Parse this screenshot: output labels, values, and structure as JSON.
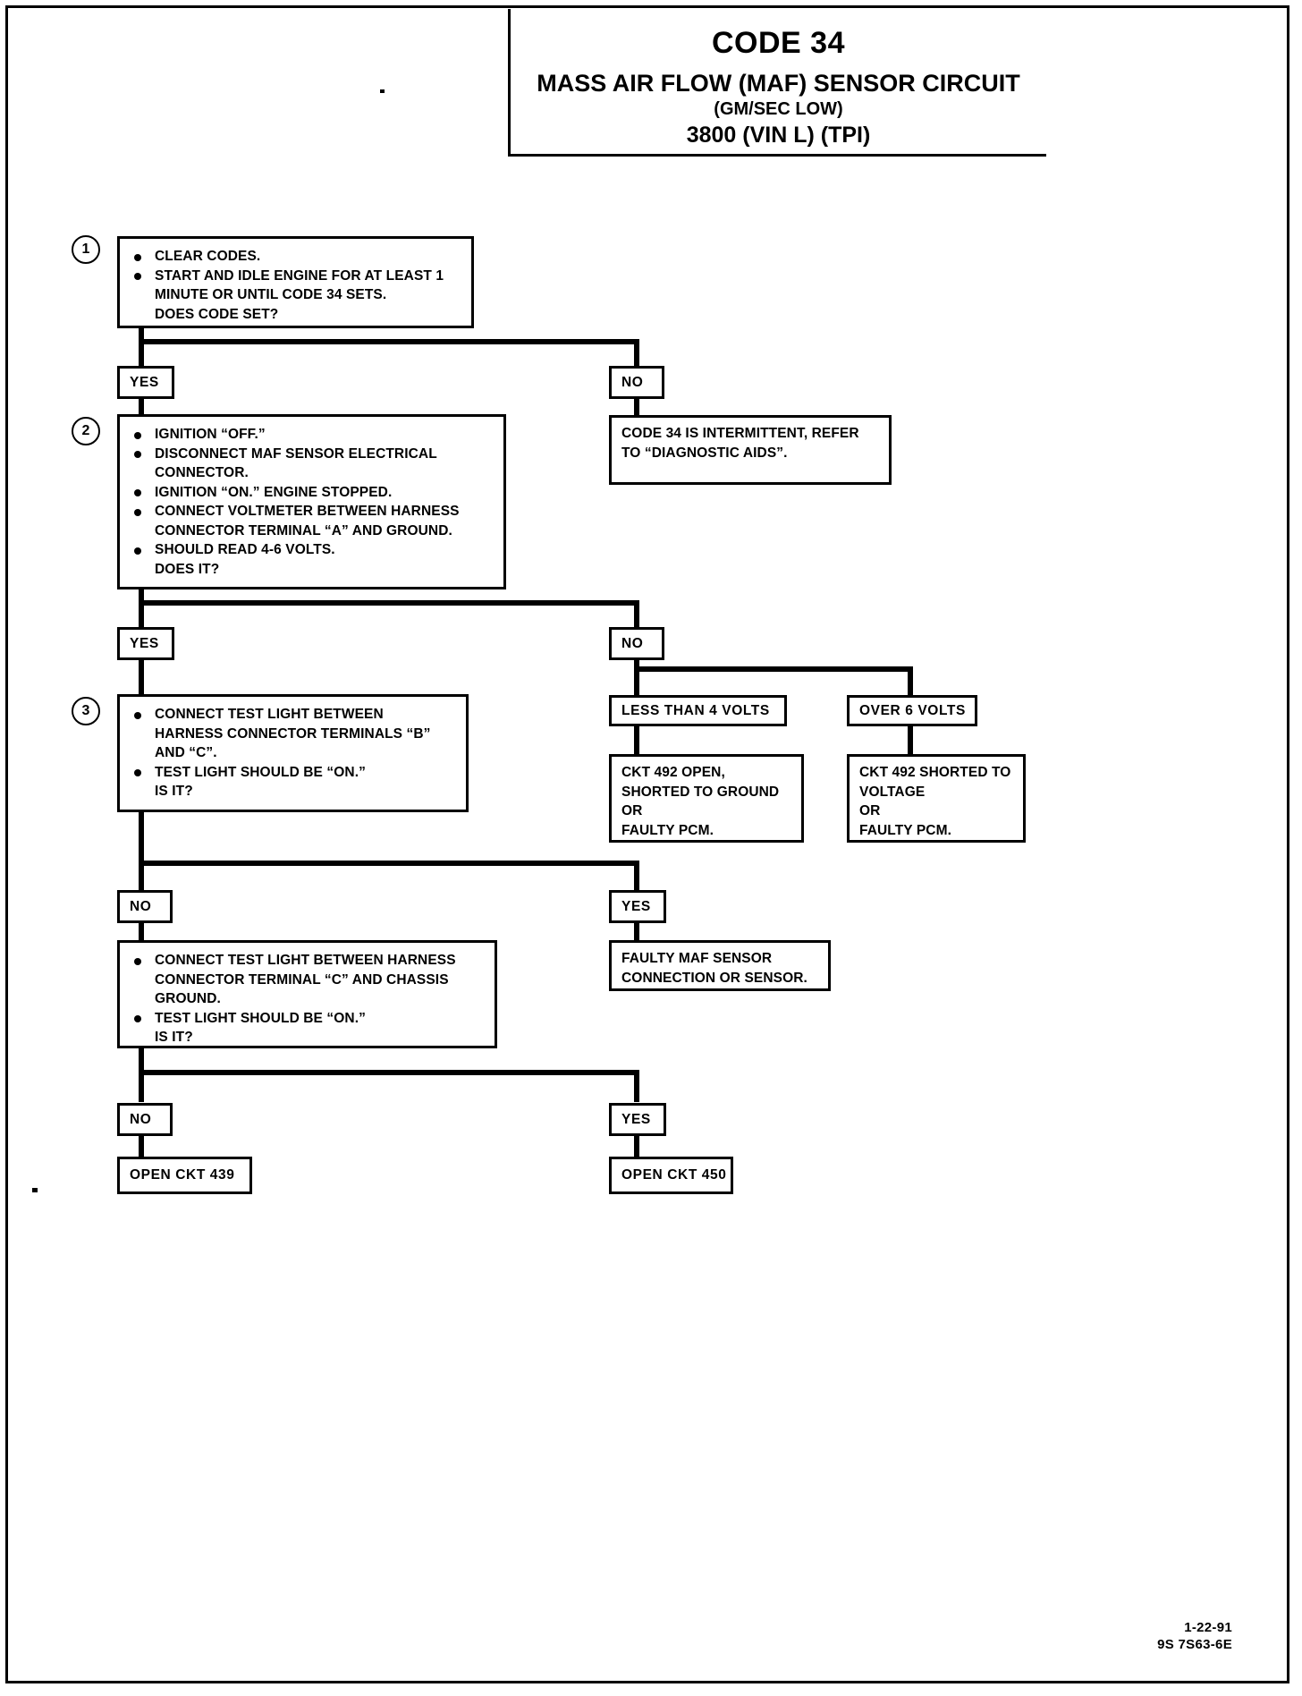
{
  "document": {
    "title_code": "CODE 34",
    "title_main": "MASS AIR FLOW (MAF) SENSOR CIRCUIT",
    "title_sub": "(GM/SEC LOW)",
    "title_engine": "3800  (VIN L)  (TPI)",
    "footer_date": "1-22-91",
    "footer_ref": "9S 7S63-6E"
  },
  "steps": {
    "one": {
      "number": "1",
      "lines": [
        "CLEAR CODES.",
        "START AND IDLE ENGINE FOR AT LEAST 1",
        "MINUTE OR UNTIL CODE 34 SETS.",
        "DOES CODE SET?"
      ]
    },
    "two": {
      "number": "2",
      "lines": [
        "IGNITION “OFF.”",
        "DISCONNECT MAF SENSOR ELECTRICAL",
        "CONNECTOR.",
        "IGNITION “ON.”  ENGINE STOPPED.",
        "CONNECT VOLTMETER BETWEEN HARNESS",
        "CONNECTOR TERMINAL “A” AND GROUND.",
        "SHOULD READ 4-6 VOLTS.",
        "DOES IT?"
      ]
    },
    "three": {
      "number": "3",
      "lines": [
        "CONNECT TEST LIGHT BETWEEN",
        "HARNESS CONNECTOR TERMINALS “B”",
        "AND “C”.",
        "TEST LIGHT SHOULD BE “ON.”",
        "IS IT?"
      ]
    },
    "four": {
      "lines": [
        "CONNECT TEST LIGHT BETWEEN HARNESS",
        "CONNECTOR TERMINAL “C” AND CHASSIS",
        "GROUND.",
        "TEST LIGHT SHOULD BE “ON.”",
        "IS IT?"
      ]
    }
  },
  "answers": {
    "yes_1": "YES",
    "no_1": "NO",
    "yes_2": "YES",
    "no_2": "NO",
    "no_3": "NO",
    "yes_3": "YES",
    "no_4": "NO",
    "yes_4": "YES"
  },
  "results": {
    "intermittent": [
      "CODE 34 IS INTERMITTENT, REFER",
      "TO “DIAGNOSTIC AIDS”."
    ],
    "less_than_4": "LESS THAN 4 VOLTS",
    "over_6": "OVER 6 VOLTS",
    "ckt492_open": [
      "CKT 492 OPEN,",
      "SHORTED TO GROUND",
      "OR",
      "FAULTY PCM."
    ],
    "ckt492_shorted": [
      "CKT 492 SHORTED TO",
      "VOLTAGE",
      "OR",
      "FAULTY PCM."
    ],
    "faulty_maf": [
      "FAULTY MAF SENSOR",
      "CONNECTION OR SENSOR."
    ],
    "open_ckt_439": "OPEN CKT 439",
    "open_ckt_450": "OPEN CKT 450"
  }
}
